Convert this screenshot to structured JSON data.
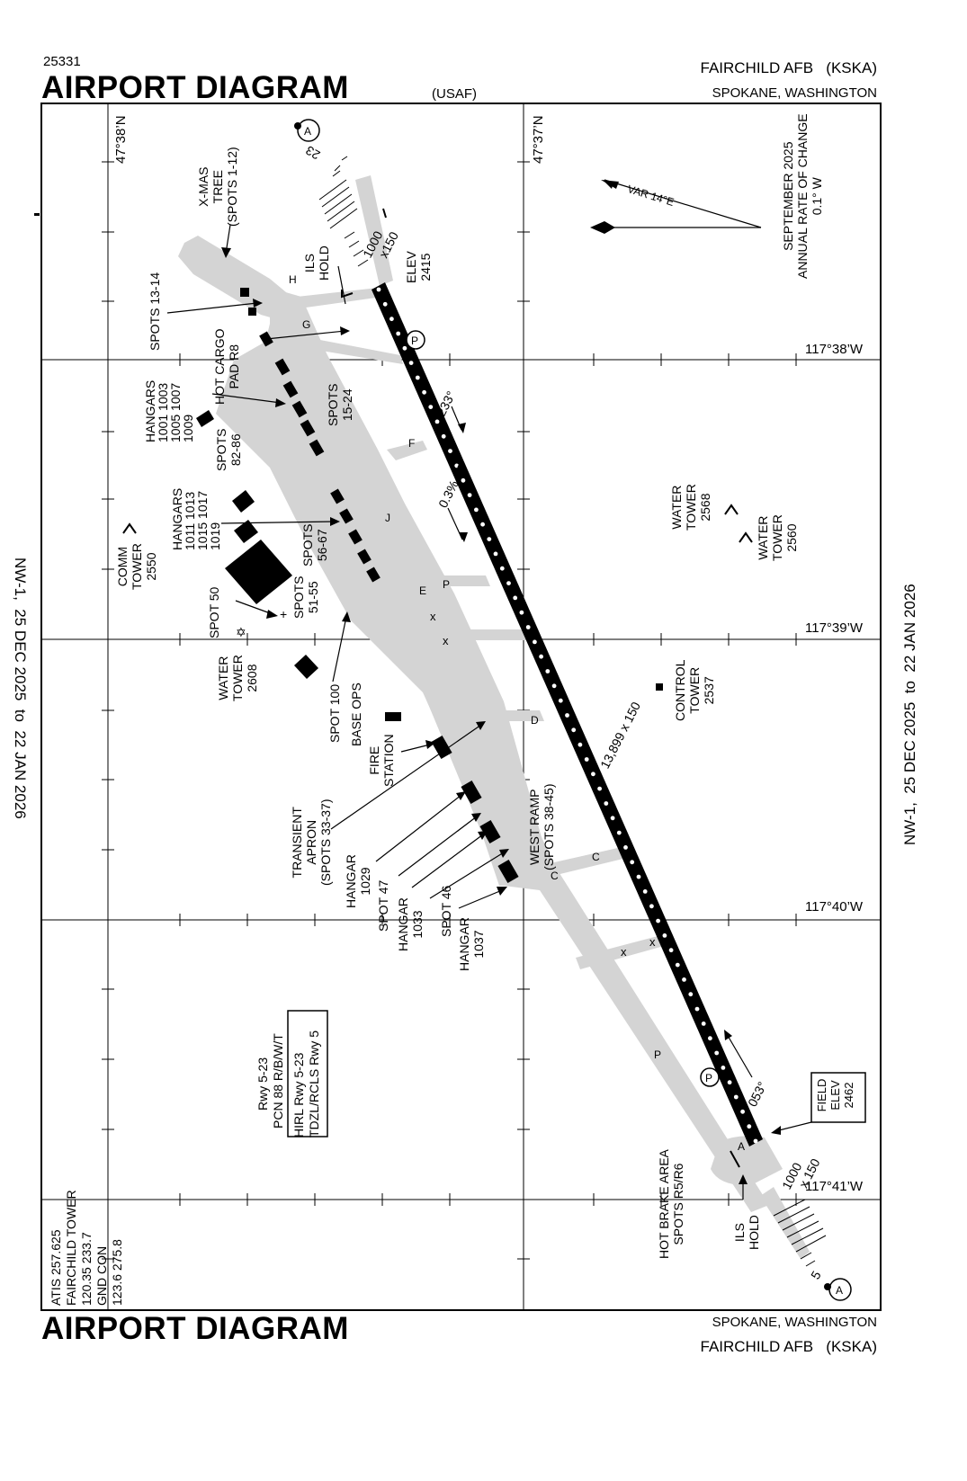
{
  "header": {
    "chart_number": "25331",
    "title": "AIRPORT DIAGRAM",
    "agency": "(USAF)",
    "airport": "FAIRCHILD AFB   (KSKA)",
    "location": "SPOKANE, WASHINGTON"
  },
  "footer": {
    "title": "AIRPORT DIAGRAM",
    "location": "SPOKANE, WASHINGTON",
    "airport": "FAIRCHILD AFB   (KSKA)"
  },
  "effective": "NW-1,  25 DEC 2025  to  22 JAN 2026",
  "coords": {
    "lat_n1": "47°38’N",
    "lat_n2": "47°37’N",
    "lon1": "117°38’W",
    "lon2": "117°39’W",
    "lon3": "117°40’W",
    "lon4": "117°41’W"
  },
  "magvar": {
    "var": "VAR 14°E",
    "date": "SEPTEMBER 2025",
    "rate_label": "ANNUAL RATE OF CHANGE",
    "rate": "0.1° W"
  },
  "runway": {
    "dims": "13,899 x 150",
    "slope": "0.3% UP",
    "hdg_23": "233°",
    "hdg_05": "053°",
    "end_23": "23",
    "end_5": "5",
    "elev_23_label": "ELEV",
    "elev_23": "2415",
    "overrun": "1000",
    "overrun_w": "x150",
    "overrun_w2": "x 150",
    "field_elev_label1": "FIELD",
    "field_elev_label2": "ELEV",
    "field_elev": "2462",
    "info1": "Rwy 5-23",
    "info2": "PCN 88 R/B/W/T",
    "info3": "HIRL Rwy 5-23",
    "info4": "TDZL/RCLS Rwy 5"
  },
  "comms": {
    "atis": "ATIS 257.625",
    "tower": "FAIRCHILD TOWER",
    "tower_freq": "120.35  233.7",
    "gnd": "GND CON",
    "gnd_freq": "123.6  275.8"
  },
  "taxiways": [
    "H",
    "G",
    "F",
    "J",
    "E",
    "P",
    "D",
    "C",
    "C",
    "A",
    "P"
  ],
  "labels": {
    "xmas": [
      "X-MAS",
      "TREE",
      "(SPOTS 1-12)"
    ],
    "ils_hold": [
      "ILS",
      "HOLD"
    ],
    "spots_13_14": "SPOTS 13-14",
    "hot_cargo": [
      "HOT CARGO",
      "PAD R8"
    ],
    "hangars_1001": [
      "HANGARS",
      "1001  1003",
      "1005  1007",
      "1009"
    ],
    "spots_15_24": [
      "SPOTS",
      "15-24"
    ],
    "spots_82_86": [
      "SPOTS",
      "82-86"
    ],
    "hangars_1011": [
      "HANGARS",
      "1011  1013",
      "1015  1017",
      "1019"
    ],
    "comm_tower": [
      "COMM",
      "TOWER",
      "2550"
    ],
    "spots_56_67": [
      "SPOTS",
      "56-67"
    ],
    "spot_50": "SPOT 50",
    "spots_51_55": [
      "SPOTS",
      "51-55"
    ],
    "water_tower_2608": [
      "WATER",
      "TOWER",
      "2608"
    ],
    "spot_100": "SPOT 100",
    "base_ops": "BASE OPS",
    "fire_station": [
      "FIRE",
      "STATION"
    ],
    "transient": [
      "TRANSIENT",
      "APRON",
      "(SPOTS 33-37)"
    ],
    "hangar_1029": [
      "HANGAR",
      "1029"
    ],
    "spot_47": "SPOT 47",
    "hangar_1033": [
      "HANGAR",
      "1033"
    ],
    "spot_46": "SPOT 46",
    "hangar_1037": [
      "HANGAR",
      "1037"
    ],
    "west_ramp": [
      "WEST RAMP",
      "(SPOTS 38-45)"
    ],
    "water_tower_2568": [
      "WATER",
      "TOWER",
      "2568"
    ],
    "water_tower_2560": [
      "WATER",
      "TOWER",
      "2560"
    ],
    "control_tower": [
      "CONTROL",
      "TOWER",
      "2537"
    ],
    "hot_brake": [
      "HOT BRAKE AREA",
      "SPOTS R5/R6"
    ]
  }
}
